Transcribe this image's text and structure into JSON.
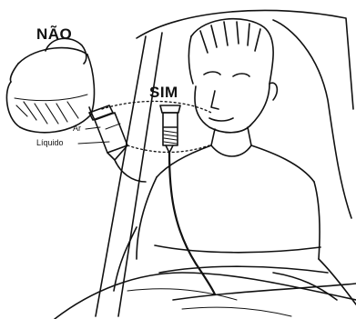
{
  "labels": {
    "wrong": "NÃO",
    "right": "SIM",
    "air": "Ar",
    "liquid": "Líquido"
  },
  "colors": {
    "ink": "#111111",
    "background": "#ffffff"
  }
}
